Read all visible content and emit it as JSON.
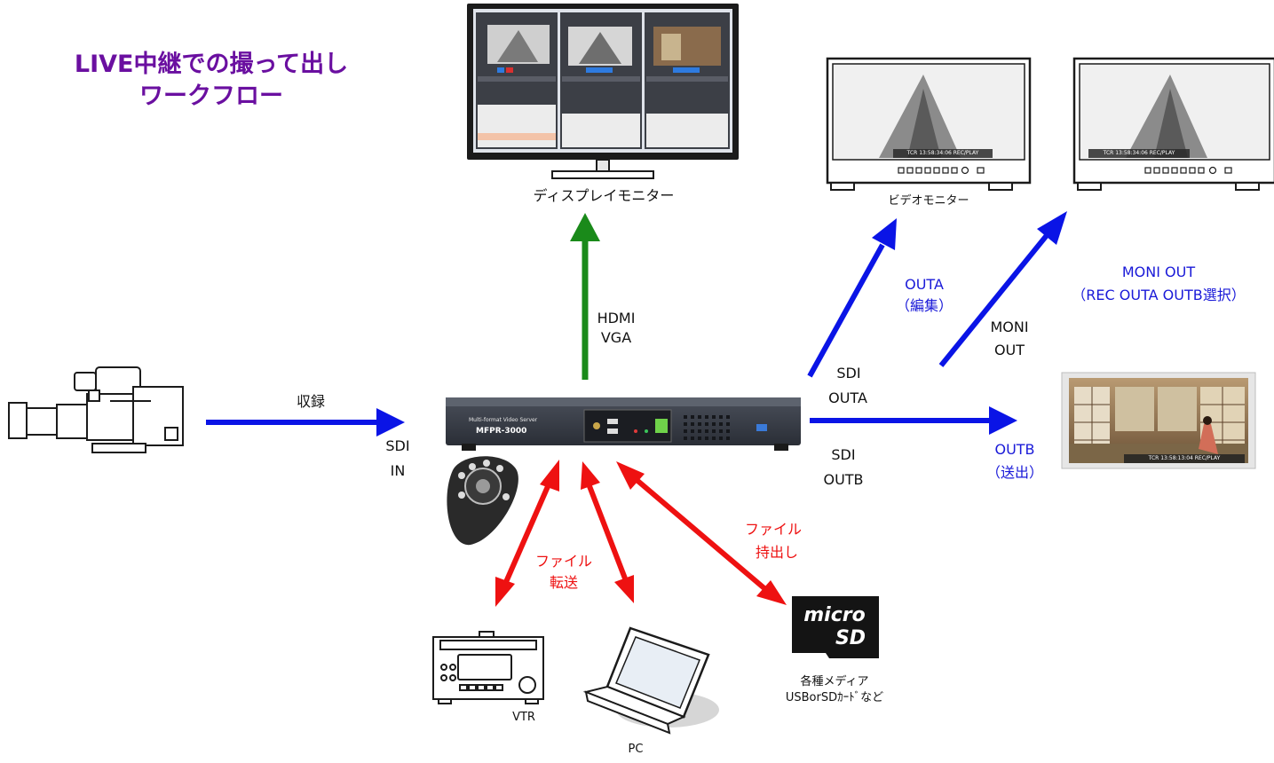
{
  "title": {
    "line1": "LIVE中継での撮って出し",
    "line2": "ワークフロー"
  },
  "colors": {
    "title": "#6a0fa0",
    "arrow_blue": "#0a14e6",
    "arrow_green": "#1a8a1a",
    "arrow_red": "#ee1111",
    "label_blue": "#1a1ad8",
    "label_red": "#ee1111"
  },
  "devices": {
    "display_monitor": {
      "label": "ディスプレイモニター"
    },
    "video_monitor": {
      "label": "ビデオモニター",
      "timecode": "TCR 13:58:34:06 REC/PLAY"
    },
    "video_monitor_2": {
      "timecode": "TCR 13:58:34:06 REC/PLAY"
    },
    "output_screen": {
      "timecode": "TCR 13:58:13:04 REC/PLAY"
    },
    "server": {
      "brand": "Multi-format Video Server",
      "model": "MFPR-3000"
    },
    "vtr": {
      "label": "VTR"
    },
    "pc": {
      "label": "PC"
    },
    "media": {
      "logo_top": "micro",
      "logo_bottom": "SD",
      "label_line1": "各種メディア",
      "label_line2": "USBorSDｶｰﾄﾞなど"
    },
    "camera": {
      "icon": "video-camera-icon"
    },
    "controller": {
      "icon": "jog-shuttle-controller-icon"
    }
  },
  "connections": {
    "record": {
      "label": "収録"
    },
    "sdi_in": {
      "line1": "SDI",
      "line2": "IN"
    },
    "hdmi_vga": {
      "line1": "HDMI",
      "line2": "VGA"
    },
    "sdi_outa": {
      "line1": "SDI",
      "line2": "OUTA"
    },
    "sdi_outb": {
      "line1": "SDI",
      "line2": "OUTB"
    },
    "outa_edit": {
      "line1": "OUTA",
      "line2": "（編集）"
    },
    "moni_out": {
      "line1": "MONI",
      "line2": "OUT"
    },
    "moni_out_select": {
      "line1": "MONI OUT",
      "line2": "（REC OUTA OUTB選択）"
    },
    "outb_send": {
      "line1": "OUTB",
      "line2": "（送出）"
    },
    "file_transfer": {
      "line1": "ファイル",
      "line2": "転送"
    },
    "file_export": {
      "line1": "ファイル",
      "line2": "持出し"
    }
  }
}
